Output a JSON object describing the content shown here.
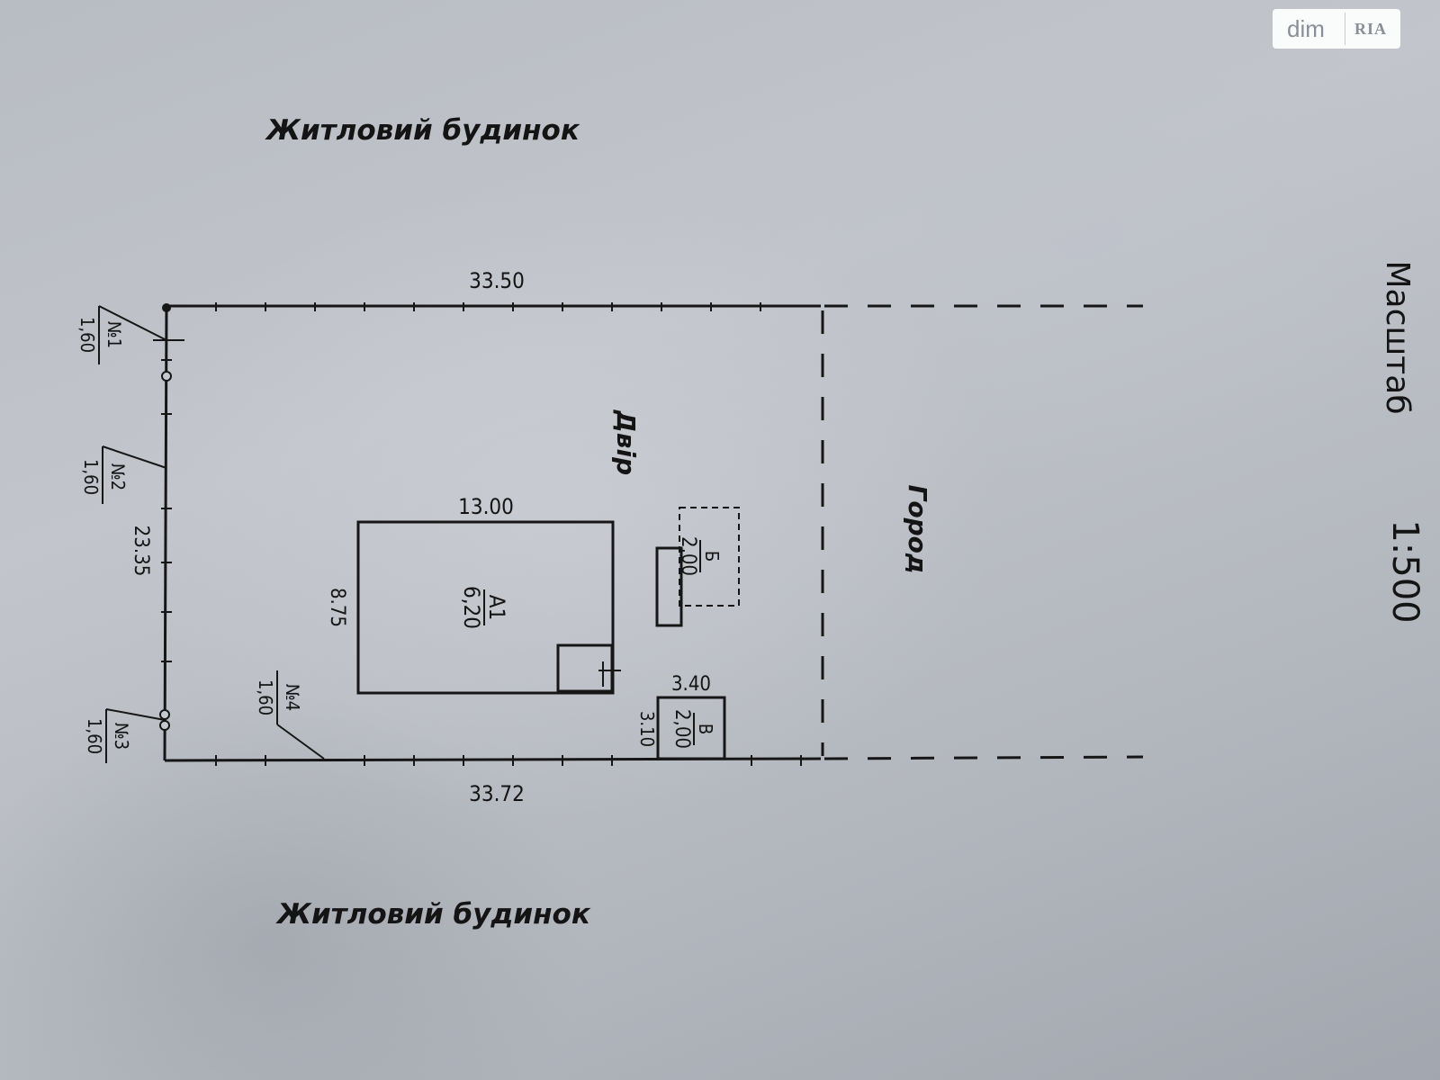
{
  "watermark": {
    "text": "dim",
    "logo": "RIA"
  },
  "labels": {
    "top_neighbor": "Житловий будинок",
    "bottom_neighbor": "Житловий будинок",
    "yard": "Двір",
    "garden": "Город",
    "scale_word": "Масштаб",
    "scale_value": "1:500"
  },
  "dimensions": {
    "top_side": "33.50",
    "bottom_side": "33.72",
    "left_side": "23.35",
    "house_width": "13.00",
    "house_depth": "8.75",
    "outbuilding_v_width": "3.40",
    "outbuilding_v_depth": "3.10"
  },
  "buildings": {
    "house": {
      "letter": "А1",
      "height": "6,20"
    },
    "shed_b": {
      "letter": "Б",
      "height": "2,00"
    },
    "shed_v": {
      "letter": "В",
      "height": "2,00"
    }
  },
  "fences": [
    {
      "number": "№1",
      "height": "1,60"
    },
    {
      "number": "№2",
      "height": "1,60"
    },
    {
      "number": "№3",
      "height": "1,60"
    },
    {
      "number": "№4",
      "height": "1,60"
    }
  ]
}
